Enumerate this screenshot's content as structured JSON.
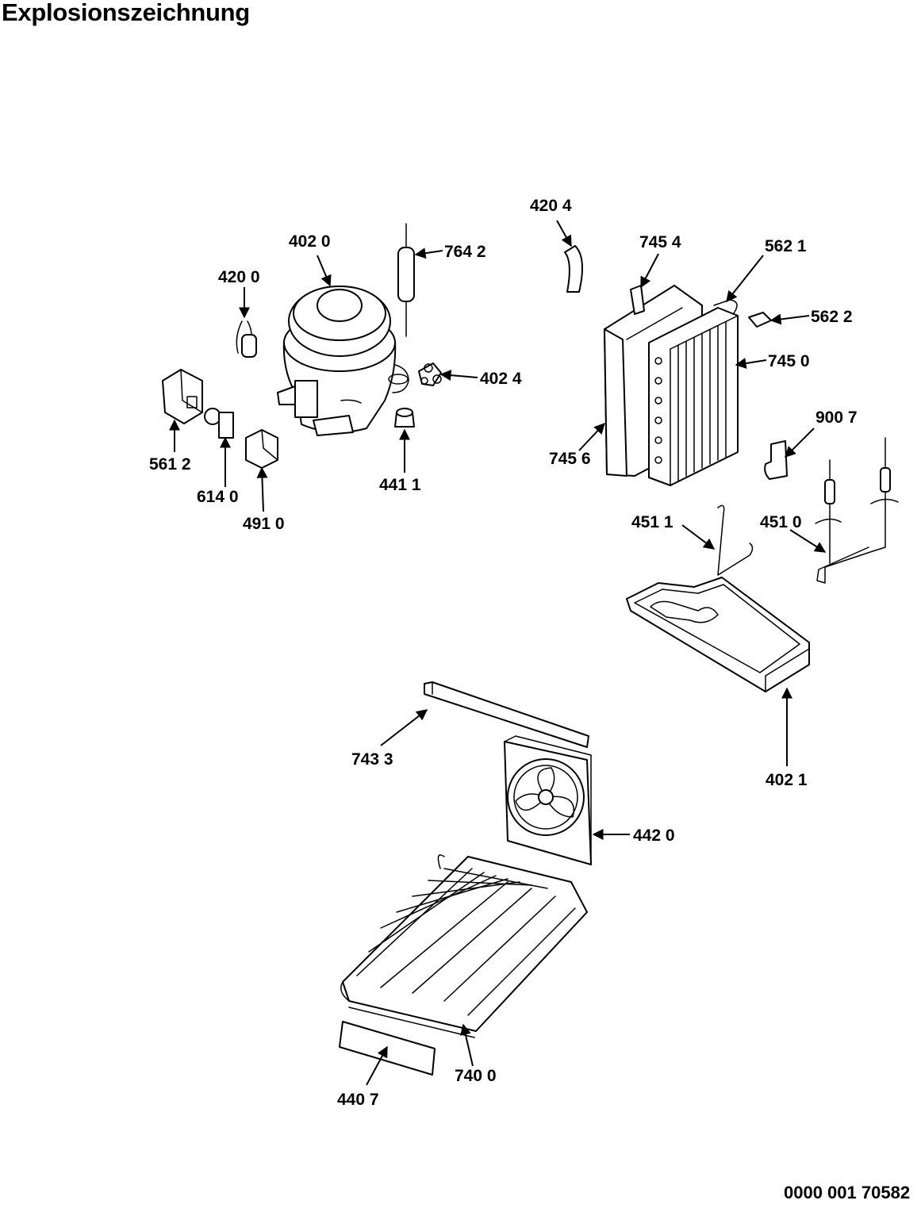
{
  "title": "Explosionszeichnung",
  "document_number": "0000 001 70582",
  "parts": {
    "p4020": "402 0",
    "p4200": "420 0",
    "p7642": "764 2",
    "p4204": "420 4",
    "p7454": "745 4",
    "p5621": "562 1",
    "p5622": "562 2",
    "p7450": "745 0",
    "p4024": "402 4",
    "p5612": "561 2",
    "p6140": "614 0",
    "p4910": "491 0",
    "p4411": "441 1",
    "p7456": "745 6",
    "p9007": "900 7",
    "p4511": "451 1",
    "p4510": "451 0",
    "p7433": "743 3",
    "p4021": "402 1",
    "p4420": "442 0",
    "p7400": "740 0",
    "p4407": "440 7"
  }
}
